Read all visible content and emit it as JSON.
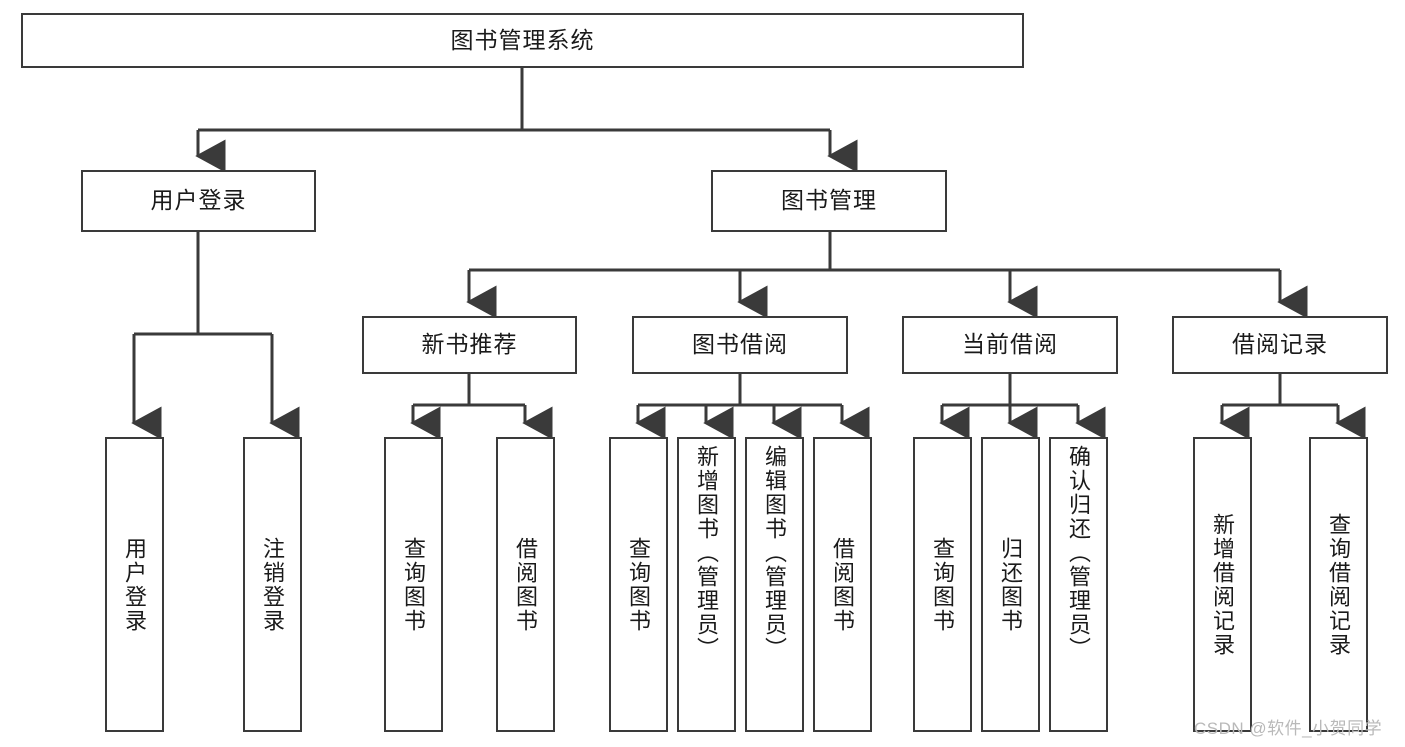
{
  "diagram": {
    "title": "图书管理系统",
    "type": "hierarchy-tree",
    "root": {
      "label": "图书管理系统"
    },
    "level2": [
      {
        "label": "用户登录"
      },
      {
        "label": "图书管理"
      }
    ],
    "level3": [
      {
        "label": "新书推荐"
      },
      {
        "label": "图书借阅"
      },
      {
        "label": "当前借阅"
      },
      {
        "label": "借阅记录"
      }
    ],
    "leaves": {
      "user_login": [
        {
          "label": "用户登录"
        },
        {
          "label": "注销登录"
        }
      ],
      "new_book_recommend": [
        {
          "label": "查询图书"
        },
        {
          "label": "借阅图书"
        }
      ],
      "book_borrow": [
        {
          "label": "查询图书"
        },
        {
          "label": "新增图书（管理员）"
        },
        {
          "label": "编辑图书（管理员）"
        },
        {
          "label": "借阅图书"
        }
      ],
      "current_borrow": [
        {
          "label": "查询图书"
        },
        {
          "label": "归还图书"
        },
        {
          "label": "确认归还（管理员）"
        }
      ],
      "borrow_record": [
        {
          "label": "新增借阅记录"
        },
        {
          "label": "查询借阅记录"
        }
      ]
    }
  },
  "watermark": {
    "text": "CSDN @软件_小贺同学"
  },
  "colors": {
    "stroke": "#3a3a3a",
    "box_fill": "#ffffff",
    "text": "#1a1a1a",
    "watermark": "#b9b9b9"
  }
}
